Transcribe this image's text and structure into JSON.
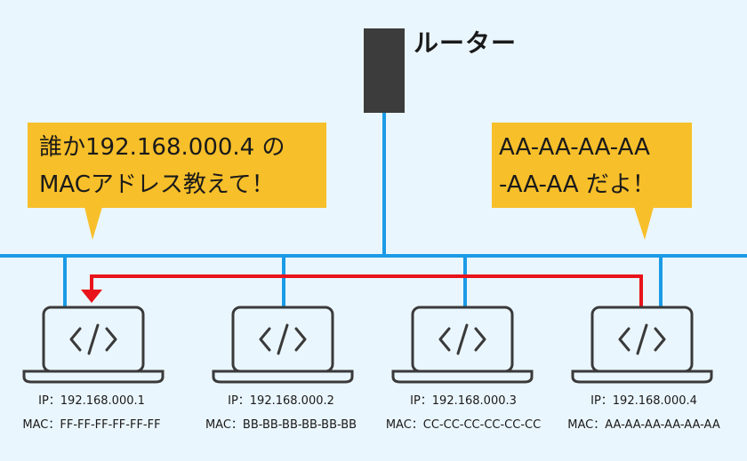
{
  "router": {
    "label": "ルーター"
  },
  "bubbles": {
    "request": {
      "line1": "誰か192.168.000.4 の",
      "line2": "MACアドレス教えて！"
    },
    "reply": {
      "line1": "AA-AA-AA-AA",
      "line2": "-AA-AA だよ！"
    }
  },
  "computers": [
    {
      "ip": "IP：192.168.000.1",
      "mac": "MAC：FF-FF-FF-FF-FF-FF",
      "icon": "code-icon"
    },
    {
      "ip": "IP：192.168.000.2",
      "mac": "MAC：BB-BB-BB-BB-BB-BB",
      "icon": "code-icon"
    },
    {
      "ip": "IP：192.168.000.3",
      "mac": "MAC：CC-CC-CC-CC-CC-CC",
      "icon": "code-icon"
    },
    {
      "ip": "IP：192.168.000.4",
      "mac": "MAC：AA-AA-AA-AA-AA-AA",
      "icon": "code-icon"
    }
  ],
  "colors": {
    "background": "#eaf6fd",
    "network_line": "#1a9be6",
    "reply_arrow": "#e8131b",
    "bubble_fill": "#f7bf2a",
    "router_fill": "#3c3c3c",
    "laptop_stroke": "#3a3a3a"
  }
}
